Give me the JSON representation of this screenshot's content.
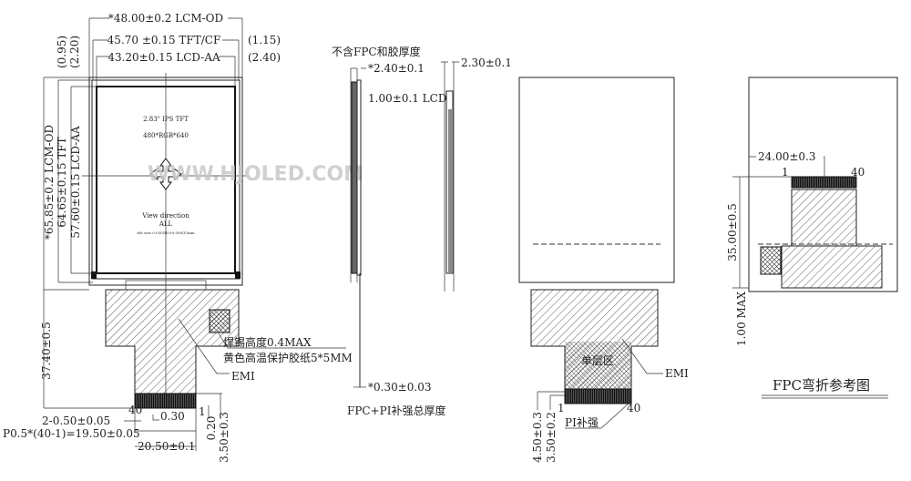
{
  "front_view": {
    "dim_lcm_od_width": "*48.00±0.2 LCM-OD",
    "dim_tft_cf_width": "45.70 ±0.15 TFT/CF",
    "dim_lcd_aa_width": "43.20±0.15 LCD-AA",
    "dim_right_1": "(1.15)",
    "dim_right_2": "(2.40)",
    "dim_left_1": "(0.95)",
    "dim_left_2": "(2.20)",
    "dim_lcm_od_height": "*65.85±0.2 LCM-OD",
    "dim_tft_height": "64.65±0.15 TFT",
    "dim_lcd_aa_height": "57.60±0.15 LCD-AA",
    "dim_fpc_length": "37.40±0.5",
    "panel_name": "2.83\" IPS TFT",
    "resolution": "480*RGB*640",
    "view_direction": "View direction",
    "view_value": "ALL",
    "dot_size": "dot size 0.030(H)×0.090(V)mm",
    "solder_note": "焊锡高度0.4MAX",
    "tape_note": "黄色高温保护胶纸5*5MM",
    "emi_label": "EMI",
    "pin_first": "40",
    "pin_last": "1",
    "dim_pad_width": "2-0.50±0.05",
    "dim_pad_gap": "0.30",
    "dim_pitch": "P0.5*(40-1)=19.50±0.05",
    "dim_finger_width": "20.50±0.1",
    "dim_finger_a": "0.20",
    "dim_finger_b": "3.50±0.3"
  },
  "watermark": "WWW.HJOLED.COM",
  "side_view": {
    "note_top": "不含FPC和胶厚度",
    "dim_total": "*2.40±0.1",
    "dim_lcd": "1.00±0.1 LCD",
    "dim_fpc": "*0.30±0.03",
    "note_bottom": "FPC+PI补强总厚度",
    "dim_side2": "2.30±0.1"
  },
  "back_view": {
    "single_layer": "单层区",
    "emi_label": "EMI",
    "pi_label": "PI补强",
    "pin_first": "1",
    "pin_last": "40",
    "dim_a": "4.50±0.3",
    "dim_b": "3.50±0.2"
  },
  "bent_view": {
    "dim_width": "24.00±0.3",
    "pin_first": "1",
    "pin_last": "40",
    "dim_height": "35.00±0.5",
    "dim_max": "1.00 MAX",
    "title": "FPC弯折参考图"
  }
}
